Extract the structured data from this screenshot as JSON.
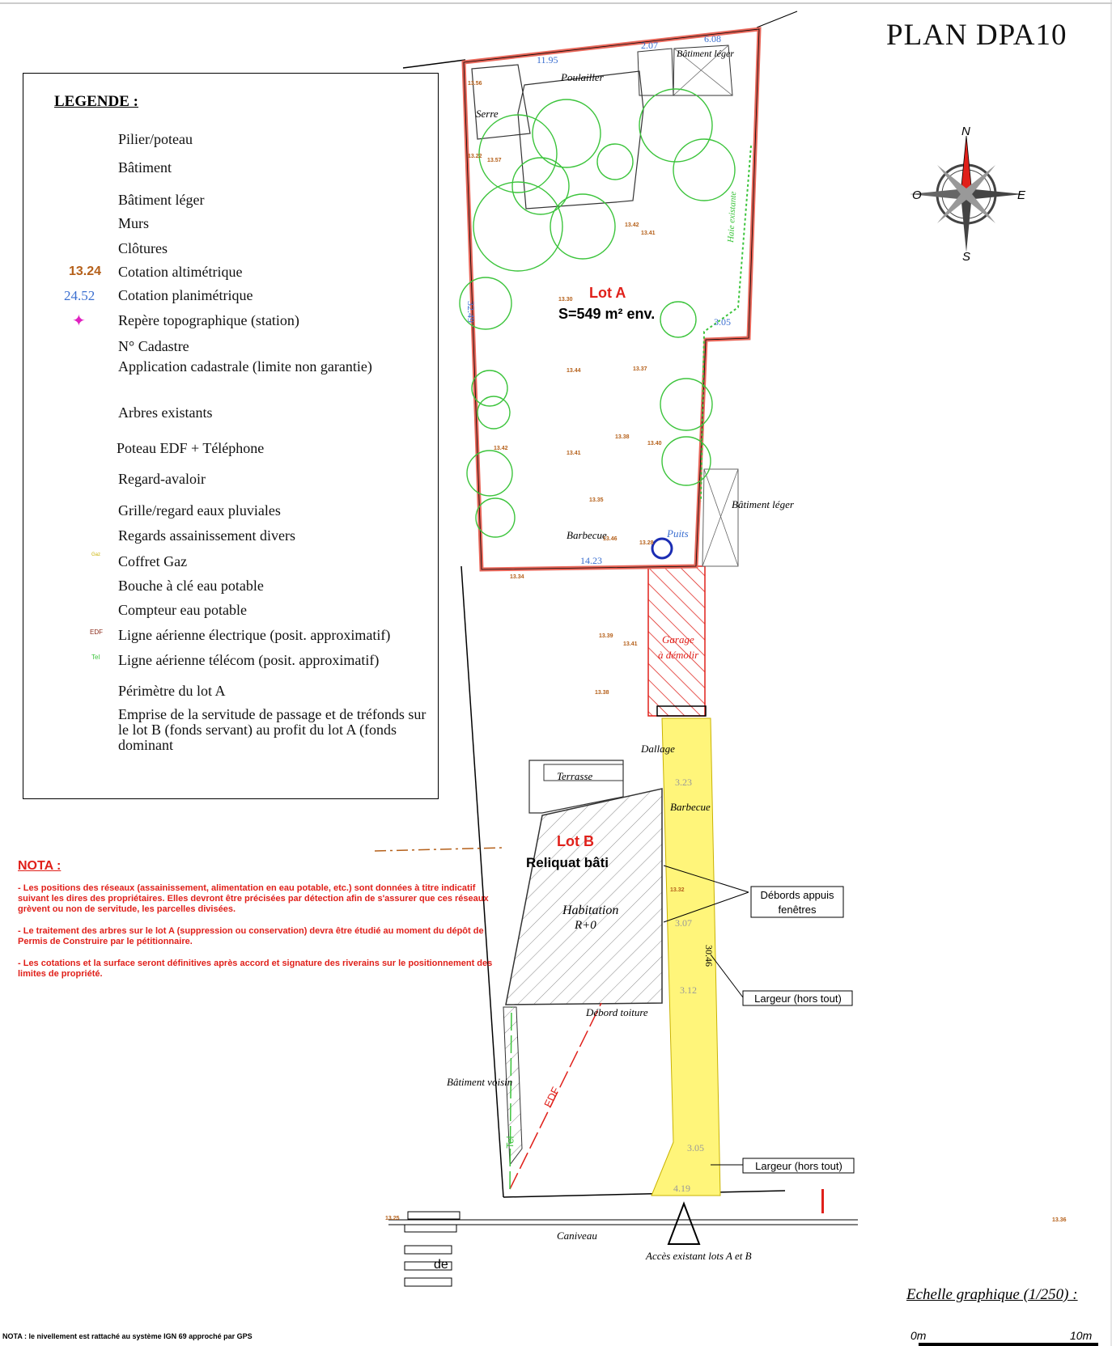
{
  "title": "PLAN DPA10",
  "legend": {
    "heading": "LEGENDE :",
    "items": [
      {
        "key": "pilier",
        "label": "Pilier/poteau"
      },
      {
        "key": "batiment",
        "label": "Bâtiment"
      },
      {
        "key": "batiment_leger",
        "label": "Bâtiment léger"
      },
      {
        "key": "murs",
        "label": "Murs"
      },
      {
        "key": "clotures",
        "label": "Clôtures"
      },
      {
        "key": "cot_alti",
        "label": "Cotation altimétrique",
        "sample": "13.24"
      },
      {
        "key": "cot_plani",
        "label": "Cotation planimétrique",
        "sample": "24.52"
      },
      {
        "key": "repere",
        "label": "Repère topographique (station)"
      },
      {
        "key": "cadastre",
        "label": "N° Cadastre"
      },
      {
        "key": "appl_cad",
        "label": "Application cadastrale (limite non garantie)"
      },
      {
        "key": "arbres",
        "label": "Arbres existants"
      },
      {
        "key": "poteau_edf",
        "label": "Poteau EDF + Téléphone"
      },
      {
        "key": "regard_avaloir",
        "label": "Regard-avaloir"
      },
      {
        "key": "grille",
        "label": "Grille/regard eaux pluviales"
      },
      {
        "key": "regards_assain",
        "label": "Regards assainissement divers"
      },
      {
        "key": "coffret_gaz",
        "label": "Coffret Gaz",
        "sample": "Gaz"
      },
      {
        "key": "bouche",
        "label": "Bouche à clé eau potable"
      },
      {
        "key": "compteur",
        "label": "Compteur eau potable"
      },
      {
        "key": "ligne_elec",
        "label": "Ligne aérienne électrique (posit. approximatif)",
        "sample": "EDF"
      },
      {
        "key": "ligne_tel",
        "label": "Ligne aérienne télécom (posit. approximatif)",
        "sample": "Tel"
      },
      {
        "key": "perimetre",
        "label": "Périmètre du lot A"
      },
      {
        "key": "servitude",
        "label": "Emprise de la servitude de passage et de tréfonds sur le lot B (fonds servant) au profit du lot A (fonds dominant"
      }
    ]
  },
  "compass": {
    "n": "N",
    "s": "S",
    "e": "E",
    "o": "O"
  },
  "plan": {
    "lot_a_title": "Lot A",
    "lot_a_area": "S=549 m² env.",
    "lot_b_title": "Lot B",
    "lot_b_sub": "Reliquat bâti",
    "habitation": "Habitation",
    "habitation_level": "R+0",
    "labels": {
      "poulailler": "Poulailler",
      "serre": "Serre",
      "batiment_leger": "Bâtiment léger",
      "barbecue": "Barbecue",
      "puits": "Puits",
      "garage": "Garage",
      "a_demolir": "à démolir",
      "dallage": "Dallage",
      "terrasse": "Terrasse",
      "debord_toiture": "Débord toiture",
      "batiment_voisin": "Bâtiment voisin",
      "caniveau": "Caniveau",
      "acces": "Accès existant lots A et B",
      "de": "de",
      "haie": "Haie existante",
      "edf": "EDF",
      "tel": "Tel"
    },
    "callouts": {
      "debords": "Débords appuis fenêtres",
      "largeur": "Largeur (hors tout)"
    },
    "dims": {
      "d1": "11.95",
      "d2": "2.07",
      "d3": "6.08",
      "d4": "32.49",
      "d5": "3.05",
      "d6": "14.23",
      "d7": "3.23",
      "d8": "3.07",
      "d9": "30.46",
      "d10": "3.12",
      "d11": "3.05",
      "d12": "4.19"
    },
    "alt_values": [
      "13.56",
      "13.57",
      "13.22",
      "13.42",
      "13.41",
      "13.30",
      "13.44",
      "13.37",
      "13.42",
      "13.38",
      "13.41",
      "13.40",
      "13.34",
      "13.35",
      "13.28",
      "13.46",
      "13.39",
      "13.41",
      "13.38",
      "13.32",
      "13.25",
      "13.36"
    ]
  },
  "nota": {
    "heading": "NOTA :",
    "p1": "-   Les positions des réseaux (assainissement, alimentation en eau potable, etc.) sont données à titre indicatif suivant les dires des propriétaires. Elles devront être précisées par détection afin de s'assurer que ces réseaux grèvent ou non de servitude, les parcelles divisées.",
    "p2": "-   Le traitement des arbres sur le lot A (suppression ou conservation) devra être étudié au moment du dépôt de Permis de Construire par le pétitionnaire.",
    "p3": "-   Les cotations et la surface seront définitives après accord et signature des riverains sur le positionnement des limites de propriété."
  },
  "scale": {
    "label": "Echelle graphique (1/250) :",
    "zero": "0m",
    "ten": "10m"
  },
  "footnote": "NOTA : le nivellement est rattaché au système IGN 69 approché par GPS",
  "colors": {
    "lot_a": "#e8675a",
    "tree": "#3cc43c",
    "servitude": "#fff57a",
    "red": "#e0201a",
    "blue": "#3b6fd0",
    "orange": "#b5601a"
  }
}
